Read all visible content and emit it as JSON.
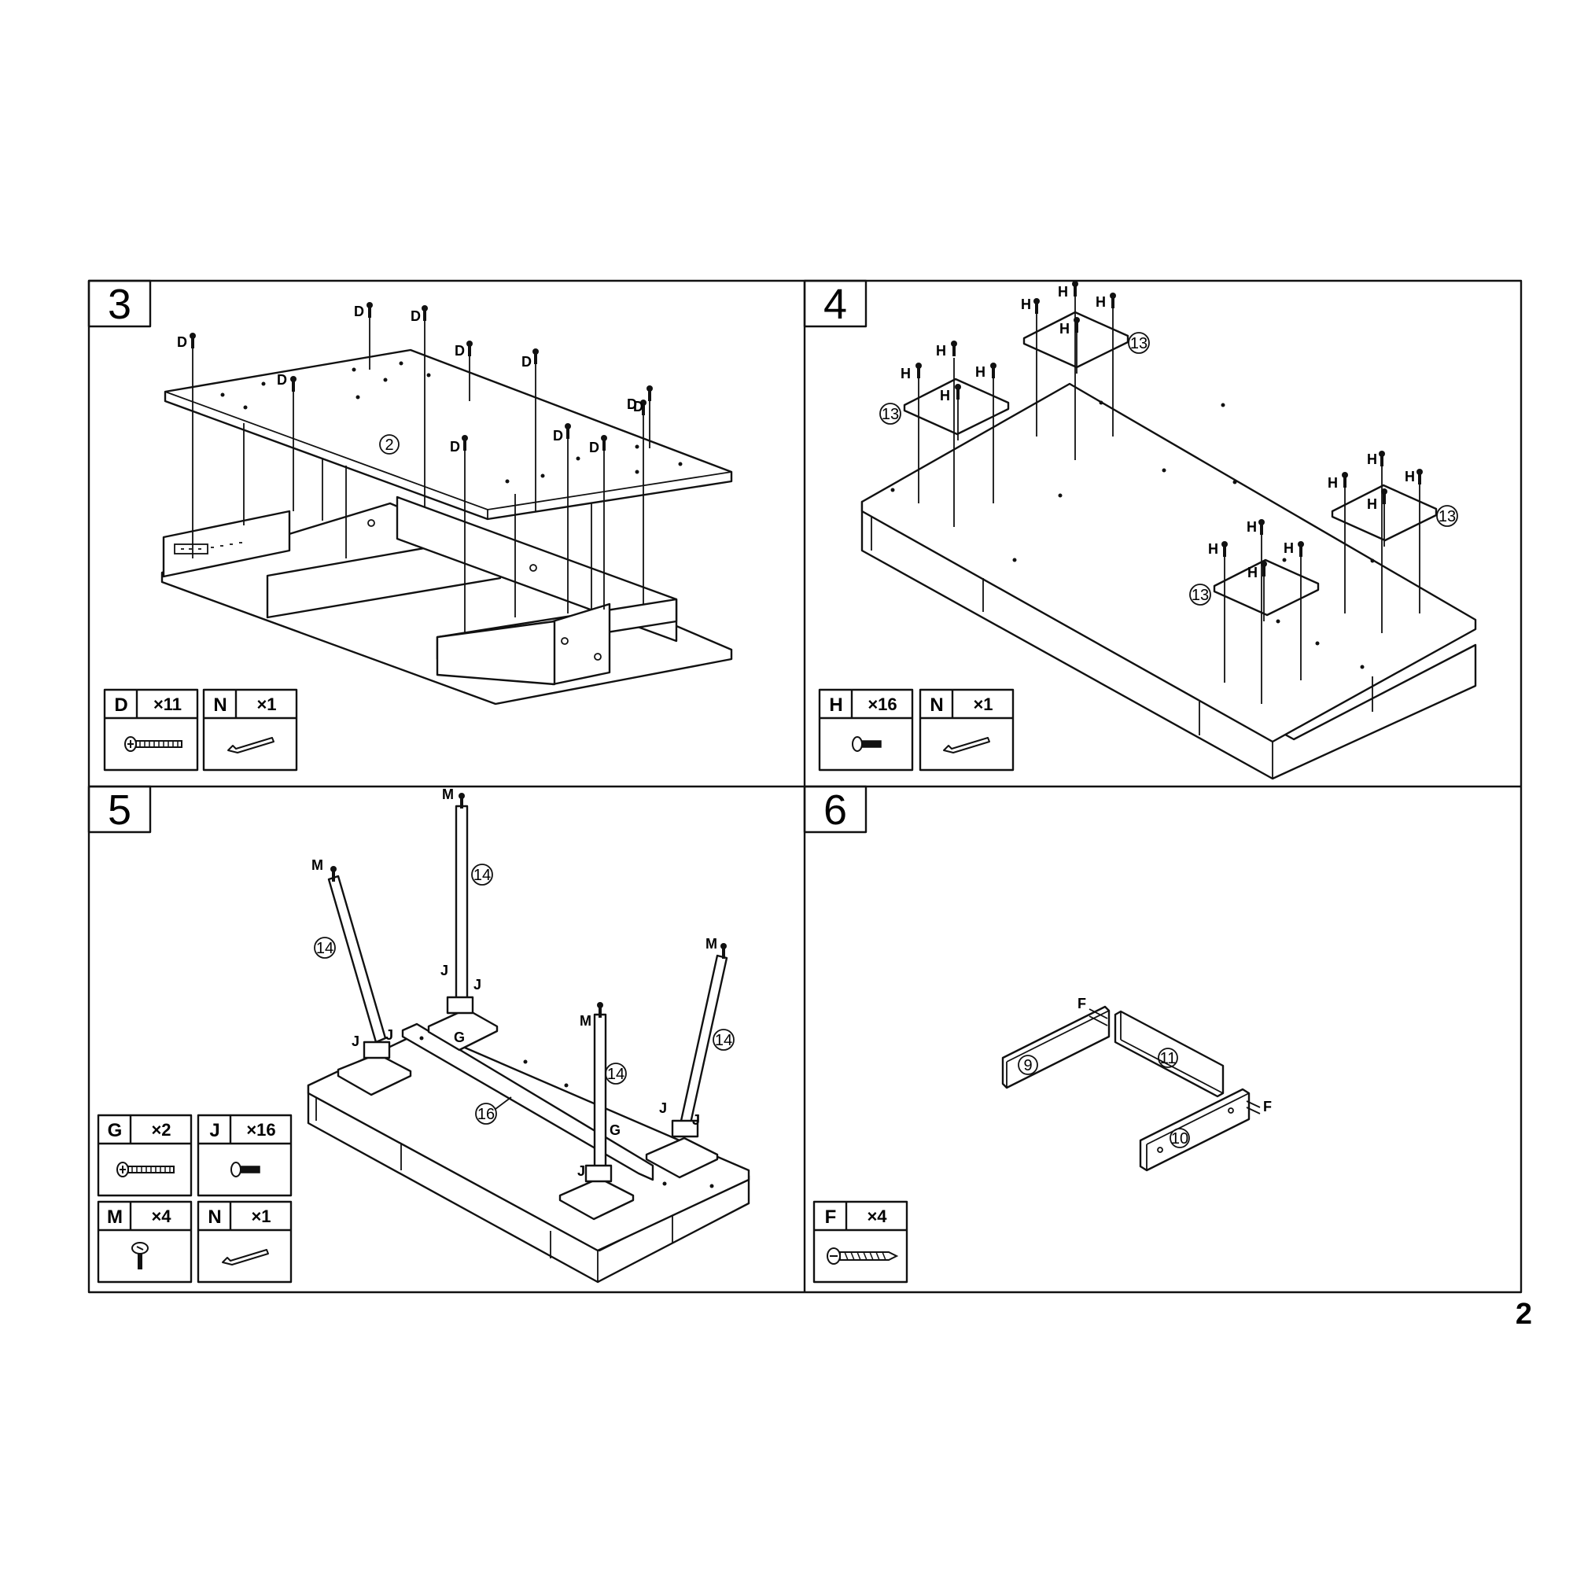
{
  "page_number": "2",
  "steps": [
    {
      "number": "3",
      "part_callouts": [
        "2"
      ],
      "screw_label": "D",
      "hardware": [
        {
          "letter": "D",
          "qty": "×11",
          "icon": "long-screw-icon"
        },
        {
          "letter": "N",
          "qty": "×1",
          "icon": "allen-key-icon"
        }
      ]
    },
    {
      "number": "4",
      "part_callouts": [
        "13",
        "13",
        "13",
        "13"
      ],
      "screw_label": "H",
      "hardware": [
        {
          "letter": "H",
          "qty": "×16",
          "icon": "short-screw-icon"
        },
        {
          "letter": "N",
          "qty": "×1",
          "icon": "allen-key-icon"
        }
      ]
    },
    {
      "number": "5",
      "part_callouts": [
        "14",
        "14",
        "14",
        "14",
        "16"
      ],
      "fastener_labels": [
        "M",
        "J",
        "G"
      ],
      "hardware": [
        {
          "letter": "G",
          "qty": "×2",
          "icon": "long-screw-icon"
        },
        {
          "letter": "J",
          "qty": "×16",
          "icon": "short-screw-icon"
        },
        {
          "letter": "M",
          "qty": "×4",
          "icon": "glide-foot-icon"
        },
        {
          "letter": "N",
          "qty": "×1",
          "icon": "allen-key-icon"
        }
      ]
    },
    {
      "number": "6",
      "part_callouts": [
        "9",
        "11",
        "10"
      ],
      "screw_label": "F",
      "hardware": [
        {
          "letter": "F",
          "qty": "×4",
          "icon": "wood-screw-icon"
        }
      ]
    }
  ]
}
